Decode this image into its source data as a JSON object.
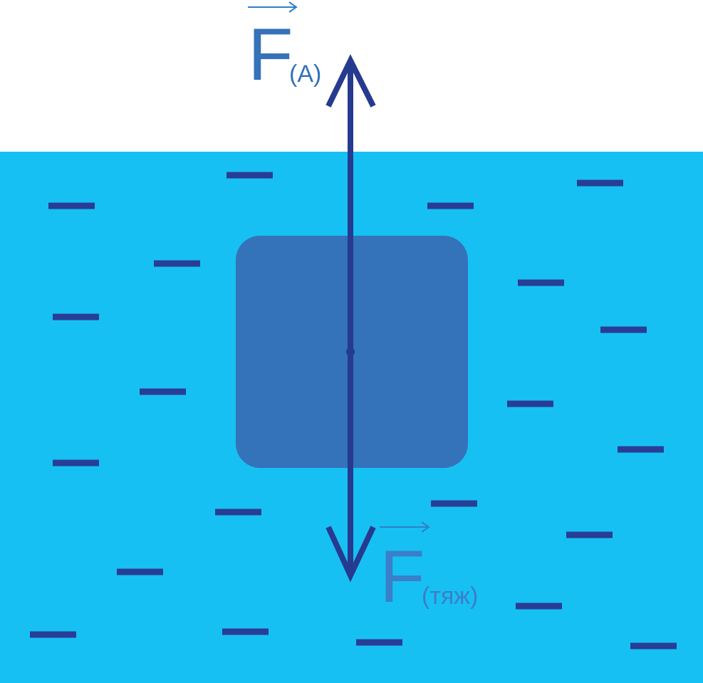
{
  "colors": {
    "background": "#ffffff",
    "water": "#17c0f3",
    "body": "#3472b9",
    "arrow": "#263a8f",
    "ripple": "#283d95",
    "label_archimedes": "#3472b9",
    "label_gravity": "#3a7fc9",
    "vector_mark": "#2f7fc8"
  },
  "labels": {
    "archimedes_force": {
      "symbol": "F",
      "subscript": "(A)"
    },
    "gravity_force": {
      "symbol": "F",
      "subscript": "(тяж)"
    }
  }
}
